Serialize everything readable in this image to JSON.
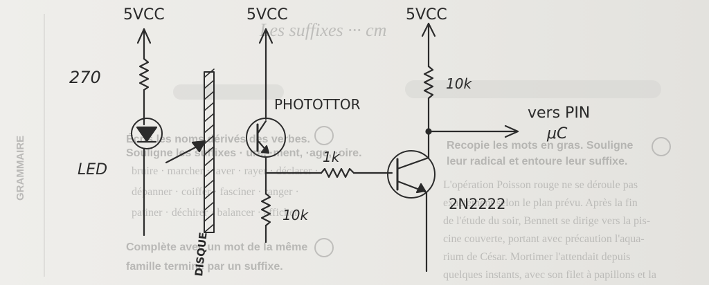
{
  "rails": {
    "left": "5VCC",
    "middle": "5VCC",
    "right": "5VCC"
  },
  "components": {
    "led_resistor": "270",
    "led": "LED",
    "disk": "DISQUE",
    "phototransistor": "PHOTOTTOR",
    "base_resistor": "1k",
    "emitter_resistor": "10k",
    "pullup_resistor": "10k",
    "transistor": "2N2222"
  },
  "output": {
    "line1": "vers PIN",
    "line2": "μC"
  },
  "bleed_through": {
    "header_script": "Les suffixes ··· cm",
    "line1": "Écris les noms dérivés des verbes.",
    "line2": "Souligne les suffixes · ure, ·ment, ·age, ·oire.",
    "line3": "bruire · marcher · laver · rayer · déclarer ·",
    "line4": "dépanner · coiffer · fasciner · ranger ·",
    "line5": "patiner · déchirer · balancer · afficher",
    "line6": "Complète avec un mot de la même",
    "line7": "famille terminé par un suffixe.",
    "right1": "Recopie les mots en gras. Souligne",
    "right2": "leur radical et entoure leur suffixe.",
    "right3": "L'opération Poisson rouge ne se déroule pas",
    "right4": "exactement selon le plan prévu. Après la fin",
    "right5": "de l'étude du soir, Bennett se dirige vers la pis-",
    "right6": "cine couverte, portant avec précaution l'aqua-",
    "right7": "rium de César. Mortimer l'attendait depuis",
    "right8": "quelques instants, avec son filet à papillons et la",
    "margin": "GRAMMAIRE"
  }
}
